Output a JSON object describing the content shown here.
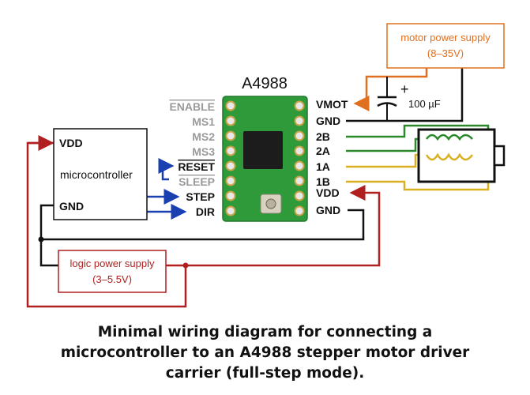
{
  "chip": {
    "title": "A4988",
    "left_pins": [
      "ENABLE",
      "MS1",
      "MS2",
      "MS3",
      "RESET",
      "SLEEP",
      "STEP",
      "DIR"
    ],
    "right_pins": [
      "VMOT",
      "GND",
      "2B",
      "2A",
      "1A",
      "1B",
      "VDD",
      "GND"
    ]
  },
  "microcontroller": {
    "label": "microcontroller",
    "pin_vdd": "VDD",
    "pin_gnd": "GND"
  },
  "motor_supply": {
    "line1": "motor power supply",
    "line2": "(8–35V)"
  },
  "logic_supply": {
    "line1": "logic power supply",
    "line2": "(3–5.5V)"
  },
  "capacitor": {
    "polarity": "+",
    "value": "100 µF"
  },
  "caption": {
    "line1": "Minimal wiring diagram for connecting a",
    "line2": "microcontroller to an A4988 stepper motor driver",
    "line3": "carrier (full-step mode)."
  },
  "colors": {
    "red": "#b02020",
    "blue": "#1a3fb0",
    "orange": "#e07020",
    "green": "#2a8a2a",
    "yellow": "#d8b020",
    "black": "#111111",
    "board": "#2f9a3a"
  }
}
